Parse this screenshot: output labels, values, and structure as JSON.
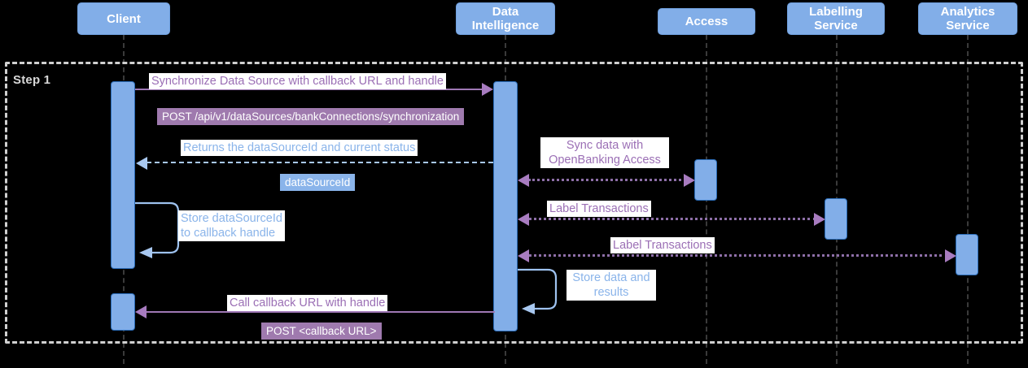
{
  "diagram": {
    "type": "sequence-diagram",
    "frame_label": "Step 1",
    "colors": {
      "participant_fill": "#82aee8",
      "participant_text": "#ffffff",
      "activation_fill": "#82aee8",
      "activation_stroke": "#2b6cb8",
      "purple_message": "#9b6fb5",
      "blue_message": "#8ab4ea",
      "purple_badge": "#9f7aae",
      "blue_badge": "#8ab4ea",
      "frame_border": "#d0d0d0",
      "lifeline": "#3a3a3a",
      "background": "#000000"
    }
  },
  "participants": [
    {
      "id": "client",
      "label": "Client"
    },
    {
      "id": "di",
      "label": "Data\nIntelligence"
    },
    {
      "id": "access",
      "label": "Access"
    },
    {
      "id": "labelling",
      "label": "Labelling\nService"
    },
    {
      "id": "analytics",
      "label": "Analytics\nService"
    }
  ],
  "messages": [
    {
      "id": "m1",
      "from": "client",
      "to": "di",
      "label": "Synchronize Data Source with callback URL and handle",
      "badge": "POST /api/v1/dataSources/bankConnections/synchronization",
      "style": "solid",
      "color": "purple",
      "direction": "right"
    },
    {
      "id": "m2",
      "from": "di",
      "to": "client",
      "label": "Returns the dataSourceId and current status",
      "badge": "dataSourceId",
      "style": "dashed",
      "color": "blue",
      "direction": "left"
    },
    {
      "id": "m3",
      "from": "client",
      "to": "client",
      "label": "Store dataSourceId\nto callback handle",
      "badge": null,
      "style": "self-loop",
      "color": "blue",
      "direction": "self"
    },
    {
      "id": "m4",
      "from": "di",
      "to": "access",
      "label": "Sync data with\nOpenBanking Access",
      "badge": null,
      "style": "dotted",
      "color": "purple",
      "direction": "both"
    },
    {
      "id": "m5",
      "from": "di",
      "to": "labelling",
      "label": "Label Transactions",
      "badge": null,
      "style": "dotted",
      "color": "purple",
      "direction": "both"
    },
    {
      "id": "m6",
      "from": "di",
      "to": "analytics",
      "label": "Label Transactions",
      "badge": null,
      "style": "dotted",
      "color": "purple",
      "direction": "both"
    },
    {
      "id": "m7",
      "from": "di",
      "to": "di",
      "label": "Store data and\nresults",
      "badge": null,
      "style": "self-loop",
      "color": "blue",
      "direction": "self"
    },
    {
      "id": "m8",
      "from": "di",
      "to": "client",
      "label": "Call callback URL with handle",
      "badge": "POST <callback URL>",
      "style": "solid",
      "color": "purple",
      "direction": "left"
    }
  ]
}
